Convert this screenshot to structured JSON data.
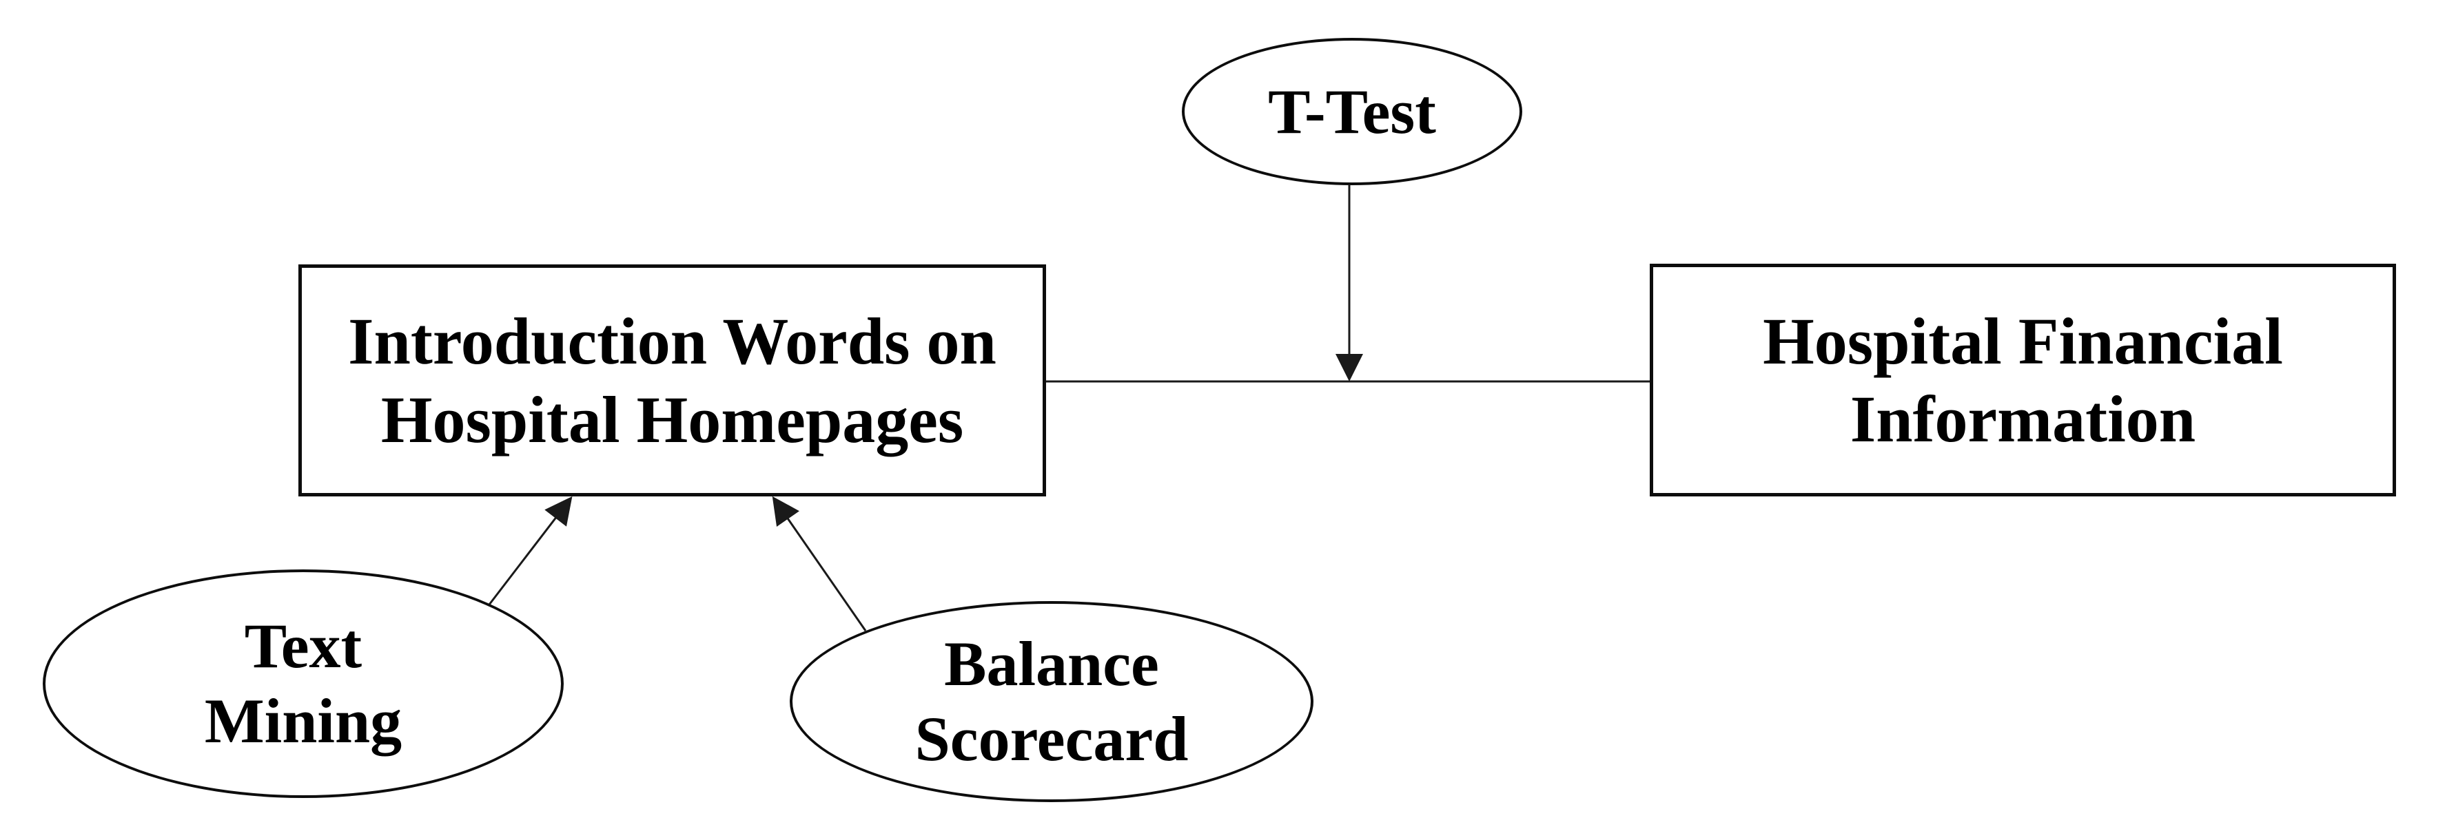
{
  "diagram": {
    "background_color": "#ffffff",
    "line_color": "#1a1a1a",
    "nodes": {
      "t_test": {
        "shape": "ellipse",
        "lines": [
          "T-Test"
        ]
      },
      "intro_words": {
        "shape": "rectangle",
        "lines": [
          "Introduction Words on",
          "Hospital Homepages"
        ]
      },
      "hospital_financial": {
        "shape": "rectangle",
        "lines": [
          "Hospital Financial",
          "Information"
        ]
      },
      "text_mining": {
        "shape": "ellipse",
        "lines": [
          "Text",
          "Mining"
        ]
      },
      "balance_scorecard": {
        "shape": "ellipse",
        "lines": [
          "Balance",
          "Scorecard"
        ]
      }
    },
    "edges": [
      {
        "from": "t_test",
        "to": "intro_words-hospital_financial-link",
        "style": "arrow-down"
      },
      {
        "from": "intro_words",
        "to": "hospital_financial",
        "style": "plain-line"
      },
      {
        "from": "text_mining",
        "to": "intro_words",
        "style": "arrow-up"
      },
      {
        "from": "balance_scorecard",
        "to": "intro_words",
        "style": "arrow-up"
      }
    ]
  }
}
